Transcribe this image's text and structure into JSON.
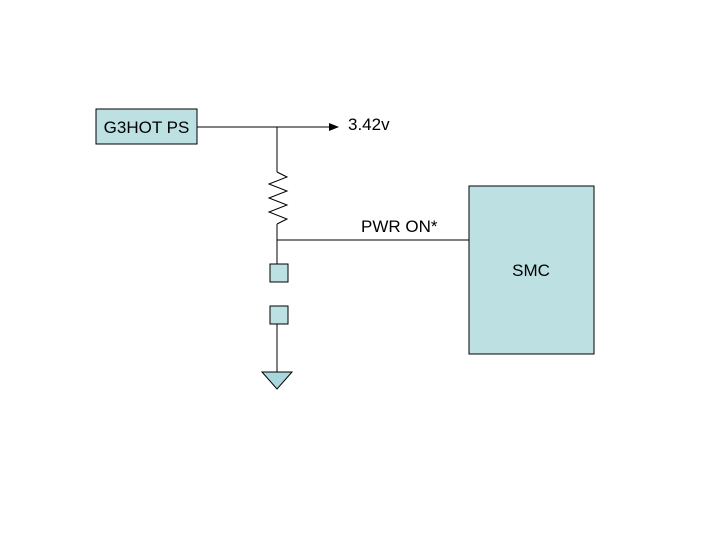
{
  "diagram": {
    "colors": {
      "box_fill": "#bde0e3",
      "stroke": "#000000",
      "pad_fill": "#bde0e3",
      "ground_fill": "#a8d8dc"
    },
    "power_supply": {
      "label": "G3HOT PS"
    },
    "voltage_label": "3.42v",
    "signal_label": "PWR ON*",
    "controller": {
      "label": "SMC"
    },
    "components": {
      "resistor": "resistor-icon",
      "switch": "switch-pads",
      "ground": "ground-icon"
    }
  }
}
